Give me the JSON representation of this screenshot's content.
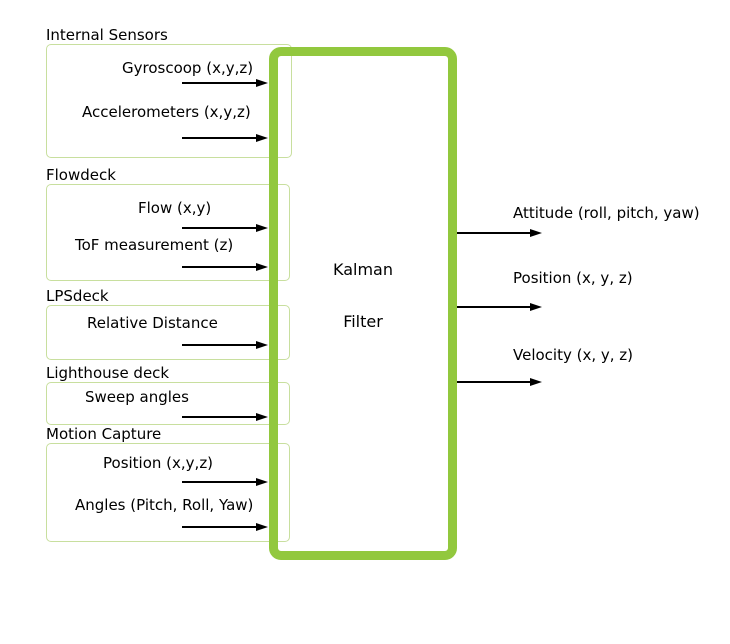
{
  "colors": {
    "kalman_box_border": "#92c83e",
    "sensor_group_border": "#c8df9e",
    "arrow": "#000000",
    "text": "#000000",
    "background": "#ffffff"
  },
  "sections": [
    {
      "title": "Internal Sensors",
      "signals": [
        {
          "label": "Gyroscoop (x,y,z)"
        },
        {
          "label": "Accelerometers (x,y,z)"
        }
      ]
    },
    {
      "title": "Flowdeck",
      "signals": [
        {
          "label": "Flow (x,y)"
        },
        {
          "label": "ToF measurement (z)"
        }
      ]
    },
    {
      "title": "LPSdeck",
      "signals": [
        {
          "label": "Relative Distance"
        }
      ]
    },
    {
      "title": "Lighthouse deck",
      "signals": [
        {
          "label": "Sweep angles"
        }
      ]
    },
    {
      "title": "Motion Capture",
      "signals": [
        {
          "label": "Position (x,y,z)"
        },
        {
          "label": "Angles (Pitch, Roll, Yaw)"
        }
      ]
    }
  ],
  "kalman": {
    "line1": "Kalman",
    "line2": "Filter"
  },
  "outputs": [
    {
      "label": "Attitude (roll, pitch, yaw)"
    },
    {
      "label": "Position (x, y, z)"
    },
    {
      "label": "Velocity (x, y, z)"
    }
  ]
}
